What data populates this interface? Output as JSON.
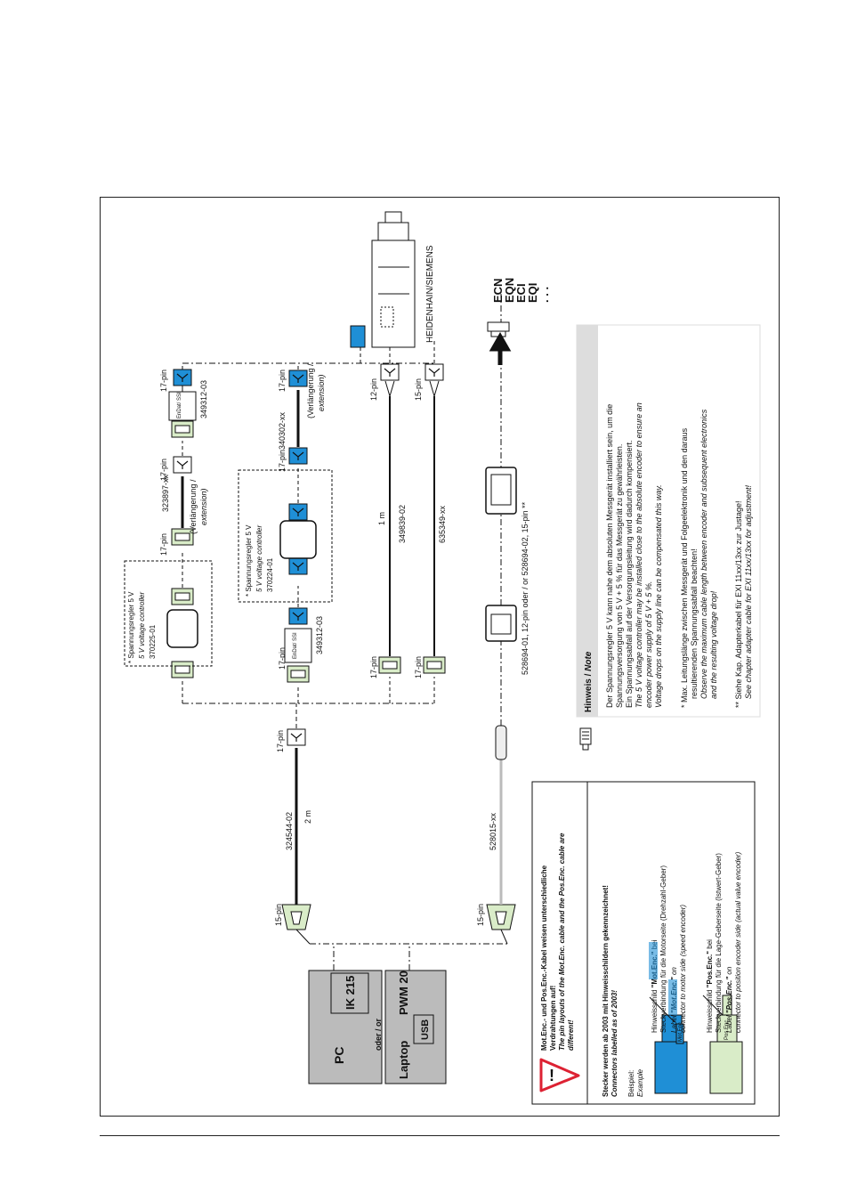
{
  "colors": {
    "accent_blue": "#1f8fd6",
    "connector_green": "#d9ecc8",
    "note_bg": "#dddddd",
    "cable": "#111111",
    "cable_grey": "#bbbbbb"
  },
  "devices": {
    "pc": "PC",
    "ik215": "IK 215",
    "laptop": "Laptop",
    "pwm20": "PWM 20",
    "usb": "USB",
    "oder_or": "oder / or"
  },
  "cables": {
    "pin15_top": "15-pin",
    "pin15_bottom": "15-pin",
    "pin17_main": "17-pin",
    "c324544": "324544-02",
    "c324544_len": "2 m",
    "c528015": "528015-xx",
    "top_left_17pin": "17-pin",
    "top_mid_17pin": "17-pin",
    "top_right_17pin": "17-pin",
    "c323897": "323897-xx",
    "c323897_ext": "(Verlängerung /",
    "c323897_ext2": "extension)",
    "c349312_top": "349312-03",
    "mid_17pin_a": "17-pin",
    "mid_17pin_b": "17-pin",
    "mid_17pin_c": "17-pin",
    "c349312_mid": "349312-03",
    "c340302": "340302-xx",
    "c340302_ext": "(Verlängerung /",
    "c340302_ext2": "extension)",
    "row3_17pin": "17-pin",
    "row3_12pin": "12-pin",
    "c349839": "349839-02",
    "c349839_len": "1 m",
    "row4_17pin": "17-pin",
    "row4_15pin": "15-pin",
    "c635349": "635349-xx",
    "endat_ssi": "EnDat/ SSI",
    "adapter": "528694-01, 12-pin   oder / or   528694-02, 15-pin **"
  },
  "regulator_1": {
    "l1": "* Spannungsregler 5 V",
    "l2": "5 V voltage controller",
    "l3": "370225-01"
  },
  "regulator_2": {
    "l1": "* Spannungsregler 5 V",
    "l2": "5 V voltage controller",
    "l3": "370224-01"
  },
  "motor": {
    "label": "HEIDENHAIN/SIEMENS"
  },
  "encoders": {
    "e1": "ECN",
    "e2": "EQN",
    "e3": "ECI",
    "e4": "EQI",
    "e5": ". . ."
  },
  "note": {
    "title": "Hinweis / ",
    "title_it": "Note",
    "p1": "Der Spannungsregler 5 V kann nahe dem absoluten Messgerät installiert sein, um die",
    "p2": "Spannungsversorgung von 5 V + 5 % für das Messgerät zu gewährleisten.",
    "p3": "Ein Spannungsabfall auf der Versorgungsleitung wird dadurch kompensiert.",
    "p4": "The 5 V voltage controller may be installed close to the absolute encoder to ensure an",
    "p5": "encoder power supply of 5 V + 5 %.",
    "p6": "Voltage drops on the supply line can be compensated this way.",
    "p7": "*  Max. Leitungslänge zwischen Messgerät und Folgeelektronik und den daraus",
    "p8": "resultierenden Spannungsabfall beachten!",
    "p9": "Observe the maximum cable length between encoder and subsequent electronics",
    "p10": "and the resulting voltage drop!",
    "p11": "**  Siehe Kap. Adapterkabel für EXI 11xx/13xx zur Justage!",
    "p12": "See chapter adapter cable for EXI 11xx/13xx for adjustment!"
  },
  "warning": {
    "w1": "Mot.Enc.- und Pos.Enc.-Kabel weisen unterschiedliche",
    "w2": "Verdrahtungen auf!",
    "w3": "The pin layouts of the Mot.Enc. cable and the Pos.Enc. cable are",
    "w4": "different!",
    "s1": "Stecker werden ab 2003 mit Hinweisschildern gekennzeichnet!",
    "s2": "Connectors labelled as of 2003!",
    "bsp": "Beispiel:",
    "example": "Example",
    "h1a": "Hinweisschild ",
    "h1tag": "\"Mot.Enc.\"",
    "h1b": " bei",
    "h1c": "Steckverbindung für die Motorseite (Drehzahl-Geber)",
    "h1d": "Label ",
    "h1e": " on",
    "h1f": "connector to motor side (speed encoder)",
    "h2a": "Hinweisschild ",
    "h2tag": "\"Pos.Enc.\"",
    "h2b": " bei",
    "h2c": "Steckverbindung für die Lage-Geberseite (Istwert-Geber)",
    "h2d": "Label ",
    "h2e": " on",
    "h2f": "connector to position encoder side (actual value encoder)",
    "tag_mot": "Mot.Enc.",
    "tag_pos": "Pos.Enc."
  }
}
